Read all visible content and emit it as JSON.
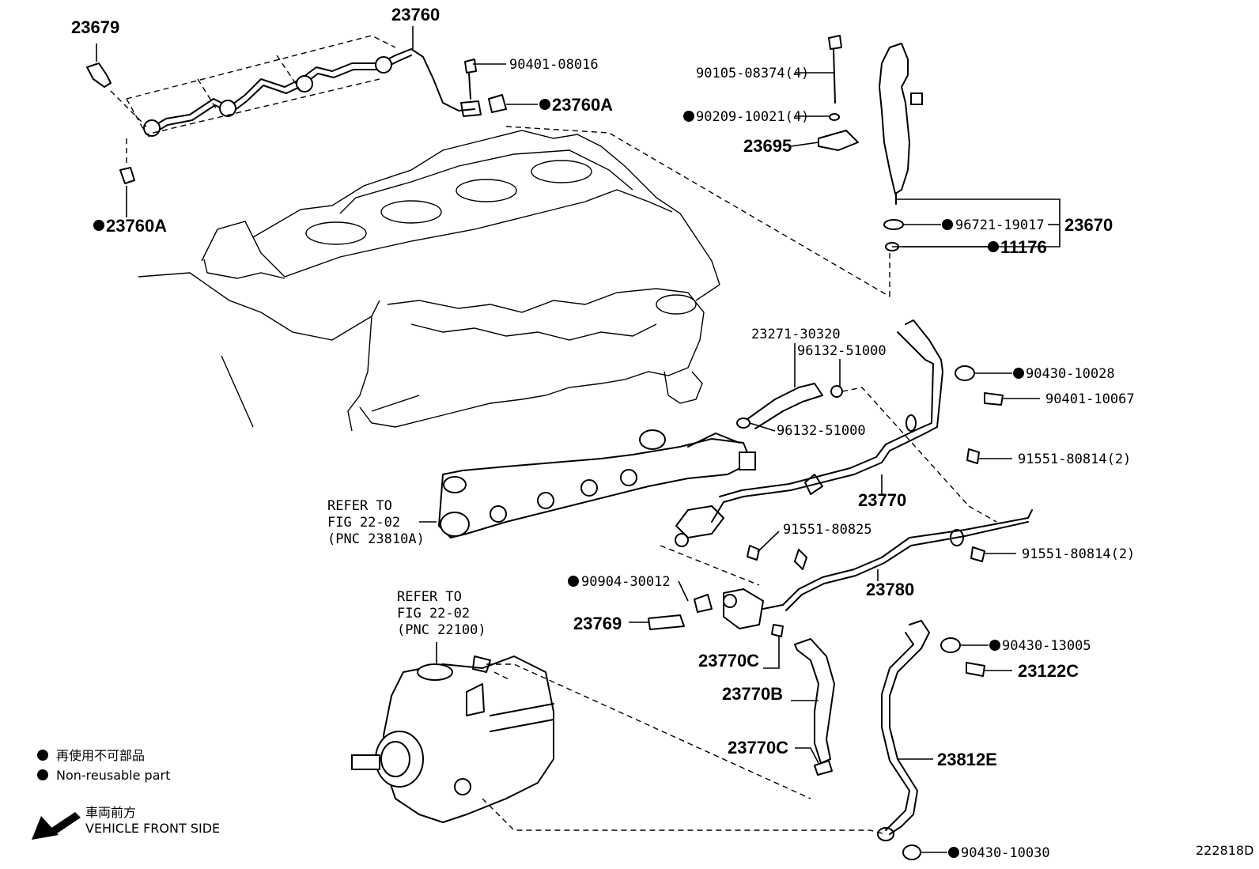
{
  "figure_code": "222818D",
  "legend": {
    "non_reusable_jp": "再使用不可部品",
    "non_reusable_en": "Non-reusable part",
    "front_jp": "車両前方",
    "front_en": "VEHICLE FRONT SIDE",
    "arrow_icon": "arrow-down-left-icon"
  },
  "refs": [
    {
      "line1": "REFER TO",
      "line2": "FIG 22-02",
      "line3": "(PNC 23810A)"
    },
    {
      "line1": "REFER TO",
      "line2": "FIG 22-02",
      "line3": "(PNC 22100)"
    }
  ],
  "callouts": [
    {
      "text": "23679",
      "non_reusable": false
    },
    {
      "text": "23760",
      "non_reusable": false
    },
    {
      "text": "90401-08016",
      "non_reusable": false
    },
    {
      "text": "23760A",
      "non_reusable": true
    },
    {
      "text": "23760A",
      "non_reusable": true
    },
    {
      "text": "90105-08374(4)",
      "non_reusable": false
    },
    {
      "text": "90209-10021(4)",
      "non_reusable": true
    },
    {
      "text": "23695",
      "non_reusable": false
    },
    {
      "text": "96721-19017",
      "non_reusable": true
    },
    {
      "text": "23670",
      "non_reusable": false
    },
    {
      "text": "11176",
      "non_reusable": true
    },
    {
      "text": "23271-30320",
      "non_reusable": false
    },
    {
      "text": "96132-51000",
      "non_reusable": false
    },
    {
      "text": "96132-51000",
      "non_reusable": false
    },
    {
      "text": "90430-10028",
      "non_reusable": true
    },
    {
      "text": "90401-10067",
      "non_reusable": false
    },
    {
      "text": "91551-80814(2)",
      "non_reusable": false
    },
    {
      "text": "23770",
      "non_reusable": false
    },
    {
      "text": "91551-80825",
      "non_reusable": false
    },
    {
      "text": "91551-80814(2)",
      "non_reusable": false
    },
    {
      "text": "23780",
      "non_reusable": false
    },
    {
      "text": "90904-30012",
      "non_reusable": true
    },
    {
      "text": "23769",
      "non_reusable": false
    },
    {
      "text": "23770C",
      "non_reusable": false
    },
    {
      "text": "23770B",
      "non_reusable": false
    },
    {
      "text": "23770C",
      "non_reusable": false
    },
    {
      "text": "90430-13005",
      "non_reusable": true
    },
    {
      "text": "23122C",
      "non_reusable": false
    },
    {
      "text": "23812E",
      "non_reusable": false
    },
    {
      "text": "90430-10030",
      "non_reusable": true
    }
  ]
}
